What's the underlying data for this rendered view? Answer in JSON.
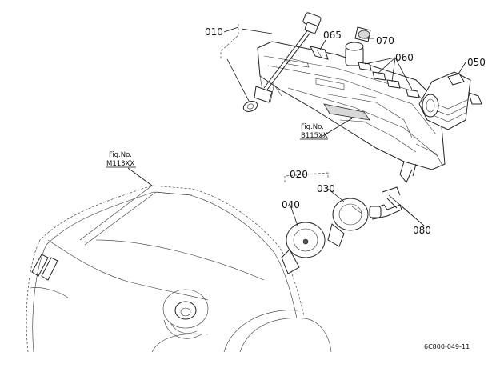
{
  "figure": {
    "doc_id": "6C800-049-11",
    "fig_refs": [
      {
        "line1": "Fig.No.",
        "line2": "B115XX"
      },
      {
        "line1": "Fig.No.",
        "line2": "M113XX"
      }
    ],
    "callouts": [
      "010",
      "065",
      "070",
      "060",
      "050",
      "020",
      "030",
      "040",
      "080"
    ]
  }
}
